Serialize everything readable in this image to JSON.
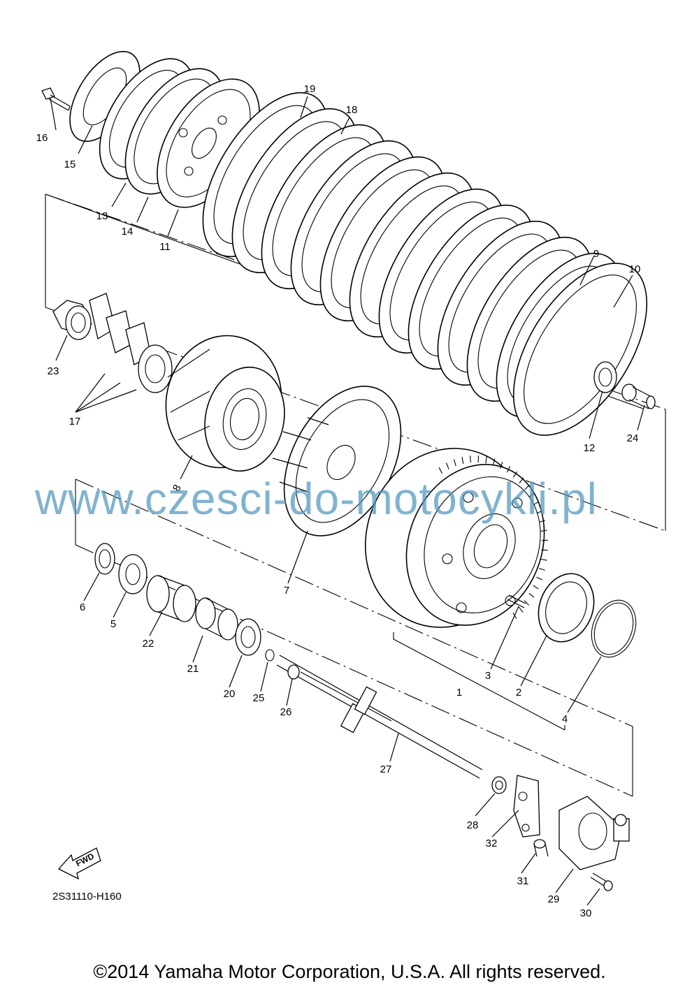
{
  "diagram": {
    "code": "2S31110-H160",
    "watermark": "www.czesci-do-motocykli.pl",
    "copyright": "©2014 Yamaha Motor Corporation, U.S.A. All rights reserved.",
    "fwd_label": "FWD",
    "colors": {
      "watermark": "#4f95bd",
      "lines": "#000000",
      "background": "#ffffff"
    },
    "callouts": [
      {
        "num": "1"
      },
      {
        "num": "2"
      },
      {
        "num": "3"
      },
      {
        "num": "4"
      },
      {
        "num": "5"
      },
      {
        "num": "6"
      },
      {
        "num": "7"
      },
      {
        "num": "8"
      },
      {
        "num": "9"
      },
      {
        "num": "10"
      },
      {
        "num": "11"
      },
      {
        "num": "12"
      },
      {
        "num": "13"
      },
      {
        "num": "14"
      },
      {
        "num": "15"
      },
      {
        "num": "16"
      },
      {
        "num": "17"
      },
      {
        "num": "18"
      },
      {
        "num": "19"
      },
      {
        "num": "20"
      },
      {
        "num": "21"
      },
      {
        "num": "22"
      },
      {
        "num": "23"
      },
      {
        "num": "24"
      },
      {
        "num": "25"
      },
      {
        "num": "26"
      },
      {
        "num": "27"
      },
      {
        "num": "28"
      },
      {
        "num": "29"
      },
      {
        "num": "30"
      },
      {
        "num": "31"
      },
      {
        "num": "32"
      }
    ]
  }
}
